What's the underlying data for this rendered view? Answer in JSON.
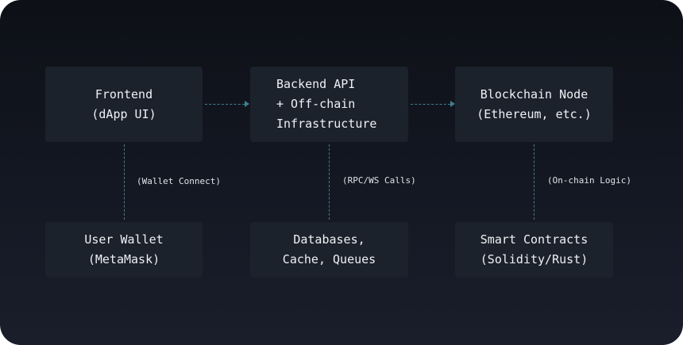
{
  "nodes": {
    "frontend": {
      "lines": [
        "Frontend",
        "(dApp UI)"
      ]
    },
    "backend": {
      "lines": [
        "Backend API",
        "+ Off-chain",
        "Infrastructure"
      ]
    },
    "blockchain": {
      "lines": [
        "Blockchain Node",
        "(Ethereum, etc.)"
      ]
    },
    "wallet": {
      "lines": [
        "User Wallet",
        "(MetaMask)"
      ]
    },
    "databases": {
      "lines": [
        "Databases,",
        "Cache, Queues"
      ]
    },
    "contracts": {
      "lines": [
        "Smart Contracts",
        "(Solidity/Rust)"
      ]
    }
  },
  "edges": {
    "frontend_wallet": "(Wallet Connect)",
    "backend_databases": "(RPC/WS Calls)",
    "blockchain_contracts": "(On-chain Logic)"
  },
  "colors": {
    "background": "#141823",
    "node_fill": "#1c222c",
    "connector": "#3f7f8f",
    "text": "#eef1f5"
  }
}
